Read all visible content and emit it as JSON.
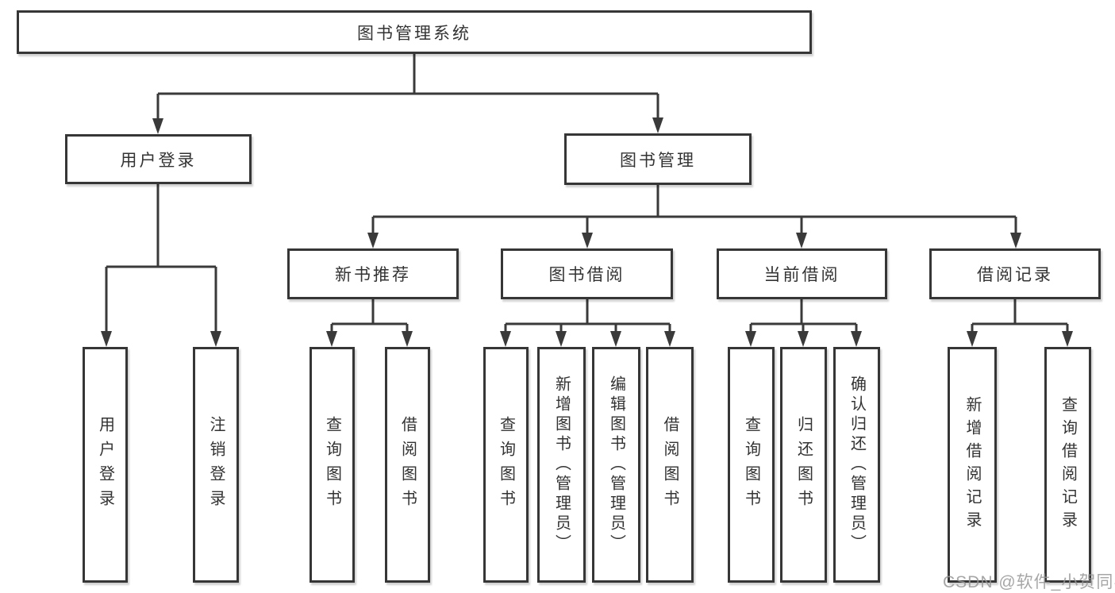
{
  "colors": {
    "border": "#363636",
    "line": "#3a3a3a",
    "text": "#333333",
    "watermark": "#969696",
    "background": "#ffffff"
  },
  "tree": {
    "root": {
      "label": "图书管理系统"
    },
    "children": [
      {
        "label": "用户登录",
        "children": [
          {
            "label": "用户登录"
          },
          {
            "label": "注销登录"
          }
        ]
      },
      {
        "label": "图书管理",
        "children": [
          {
            "label": "新书推荐",
            "children": [
              {
                "label": "查询图书"
              },
              {
                "label": "借阅图书"
              }
            ]
          },
          {
            "label": "图书借阅",
            "children": [
              {
                "label": "查询图书"
              },
              {
                "label": "新增图书（管理员）"
              },
              {
                "label": "编辑图书（管理员）"
              },
              {
                "label": "借阅图书"
              }
            ]
          },
          {
            "label": "当前借阅",
            "children": [
              {
                "label": "查询图书"
              },
              {
                "label": "归还图书"
              },
              {
                "label": "确认归还（管理员）"
              }
            ]
          },
          {
            "label": "借阅记录",
            "children": [
              {
                "label": "新增借阅记录"
              },
              {
                "label": "查询借阅记录"
              }
            ]
          }
        ]
      }
    ]
  },
  "watermark": {
    "text": "CSDN @软件_小贺同学"
  }
}
